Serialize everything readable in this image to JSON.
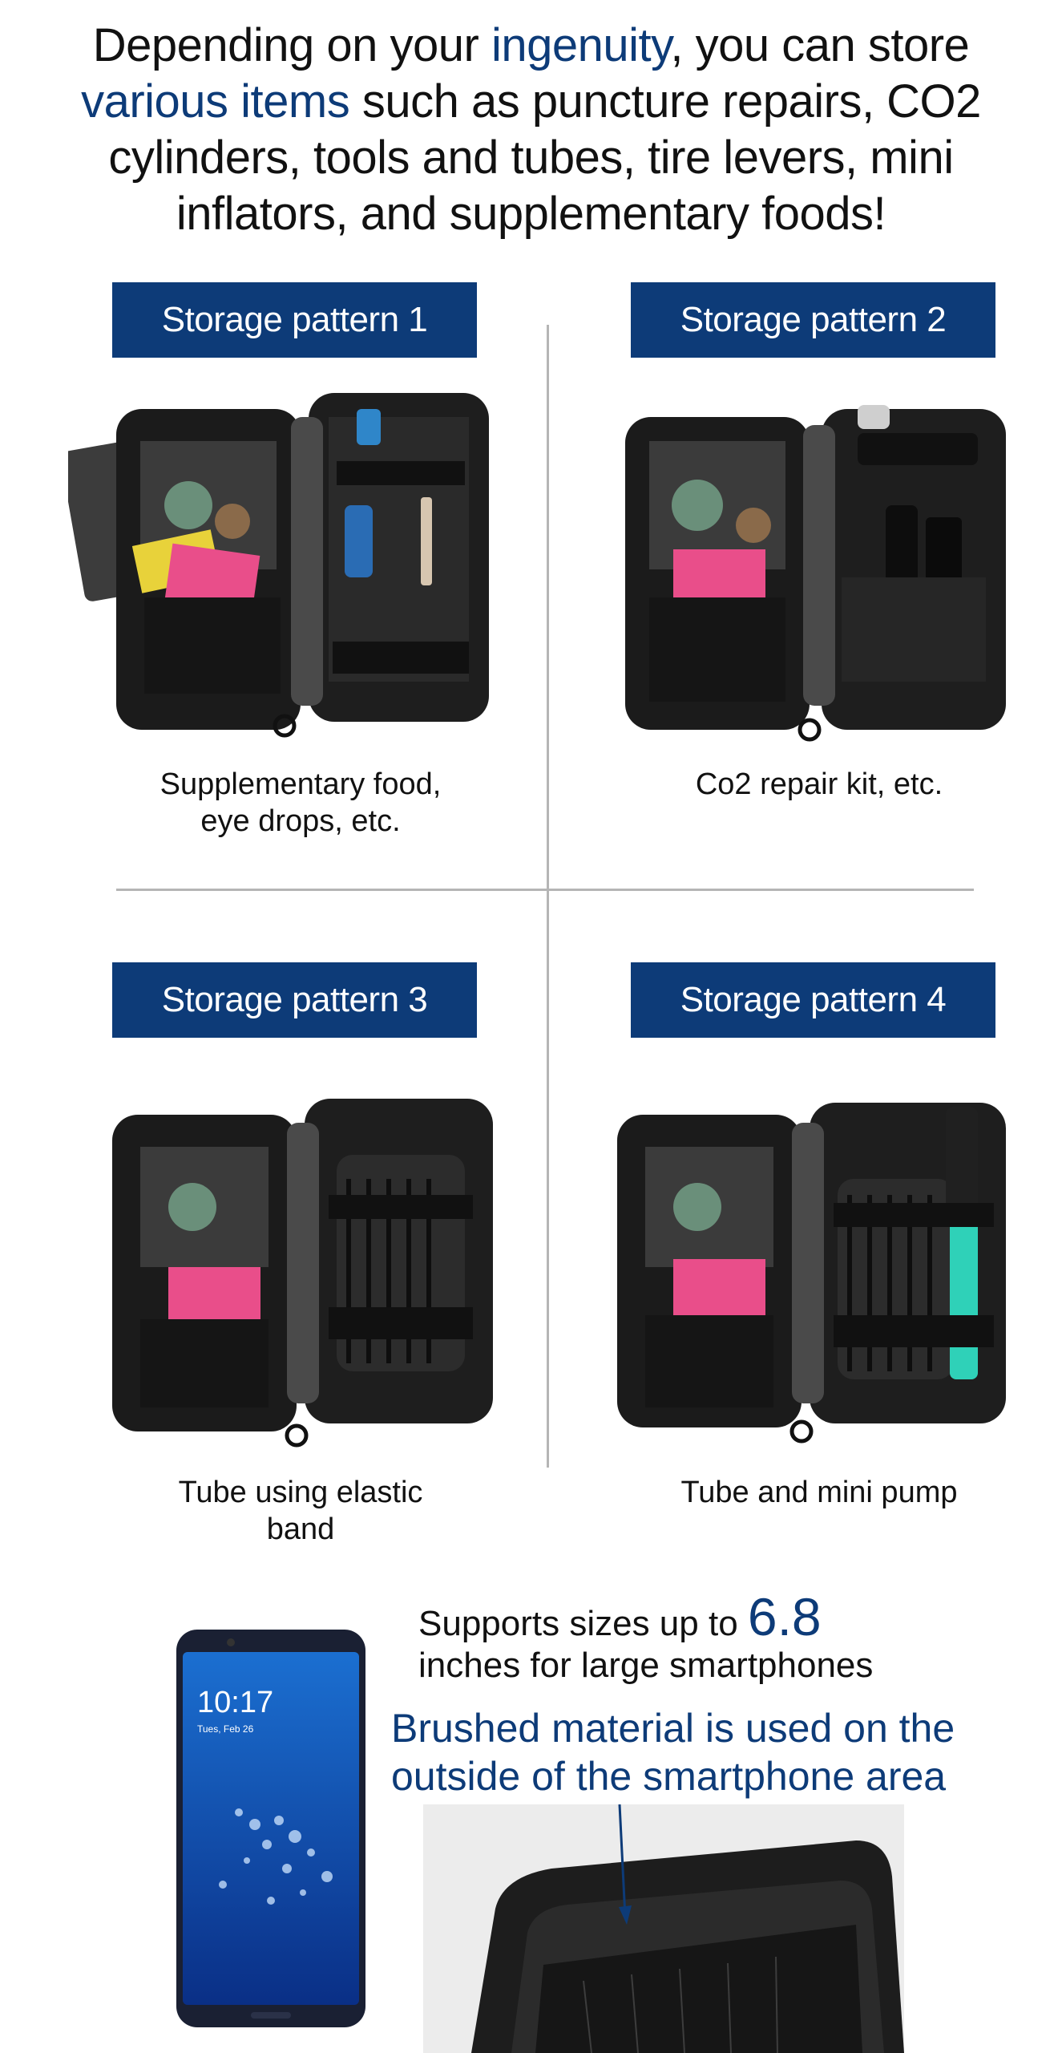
{
  "headline": {
    "part1": "Depending on your ",
    "highlight1": "ingenuity",
    "part2": ", you can store ",
    "highlight2": "various items",
    "part3": " such as puncture repairs, CO2 cylinders, tools and tubes, tire levers, mini inflators, and supplementary foods!"
  },
  "patterns": [
    {
      "title": "Storage pattern 1",
      "caption_line1": "Supplementary food,",
      "caption_line2": "eye drops, etc."
    },
    {
      "title": "Storage pattern 2",
      "caption_line1": "Co2 repair kit, etc.",
      "caption_line2": ""
    },
    {
      "title": "Storage pattern 3",
      "caption_line1": "Tube using elastic",
      "caption_line2": "band"
    },
    {
      "title": "Storage pattern 4",
      "caption_line1": "Tube and mini pump",
      "caption_line2": ""
    }
  ],
  "smartphone": {
    "line1_prefix": "Supports sizes up to ",
    "size_value": "6.8",
    "line2": "inches for large smartphones",
    "time": "10:17",
    "date": "Tues, Feb 26"
  },
  "material": {
    "line1": "Brushed material is used on the",
    "line2": "outside of the smartphone area"
  },
  "colors": {
    "accent_blue": "#0d3b78",
    "divider": "#b5b5b5",
    "bag_black": "#1b1b1b"
  }
}
